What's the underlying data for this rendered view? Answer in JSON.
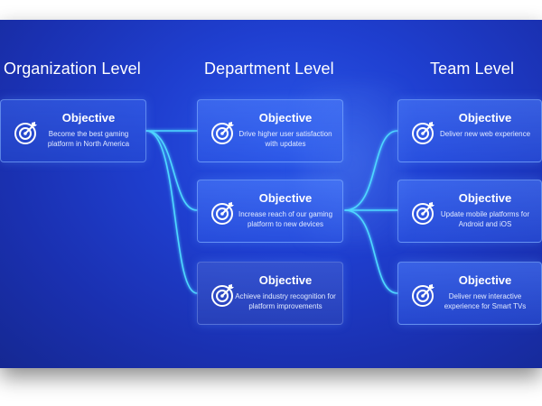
{
  "columns": {
    "organization": "Organization Level",
    "department": "Department Level",
    "team": "Team Level"
  },
  "cards": {
    "org": {
      "title": "Objective",
      "text": "Become the best gaming platform in North America"
    },
    "dept1": {
      "title": "Objective",
      "text": "Drive higher user satisfaction with updates"
    },
    "dept2": {
      "title": "Objective",
      "text": "Increase reach of our gaming platform to new devices"
    },
    "dept3": {
      "title": "Objective",
      "text": "Achieve industry recognition for platform improvements"
    },
    "team1": {
      "title": "Objective",
      "text": "Deliver new web experience"
    },
    "team2": {
      "title": "Objective",
      "text": "Update mobile platforms for Android and iOS"
    },
    "team3": {
      "title": "Objective",
      "text": "Deliver new interactive experience for Smart TVs"
    }
  },
  "icons": {
    "objective": "target-arrow-icon"
  },
  "colors": {
    "background": "#1f3fd0",
    "connector": "#4fd8ff",
    "text": "#ffffff"
  }
}
